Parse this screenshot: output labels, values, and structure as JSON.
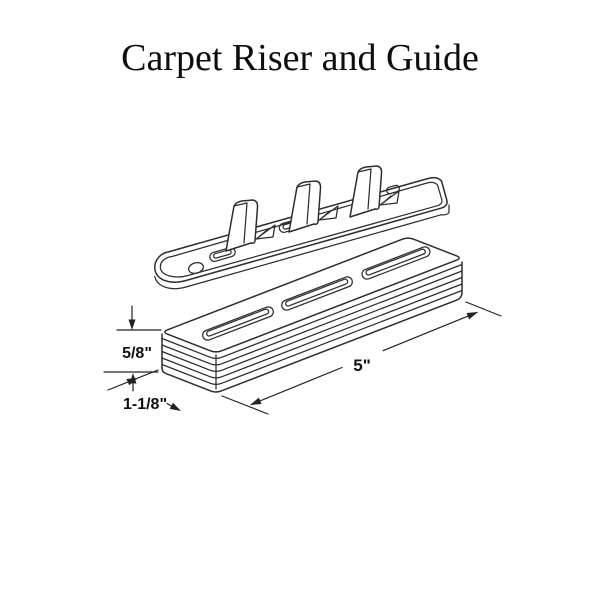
{
  "title": "Carpet Riser and Guide",
  "dimensions": {
    "height_label": "5/8\"",
    "depth_label": "1-1/8\"",
    "length_label": "5\""
  },
  "colors": {
    "background": "#ffffff",
    "ink": "#2d2d2d",
    "title_text": "#0d0d0d"
  }
}
